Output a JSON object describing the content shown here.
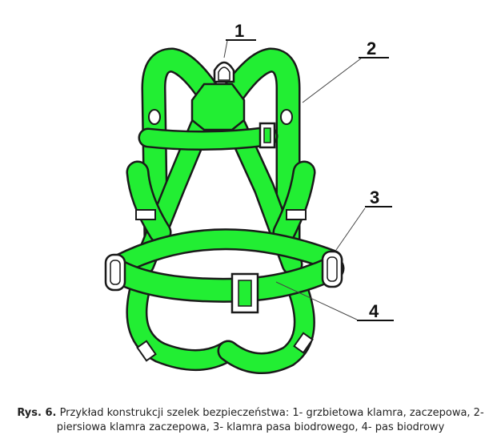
{
  "figure": {
    "strap_color": "#22ee33",
    "outline_color": "#1a1a1a",
    "labels": [
      "1",
      "2",
      "3",
      "4"
    ]
  },
  "caption": {
    "prefix": "Rys. 6.",
    "text": " Przykład konstrukcji szelek bezpieczeństwa: 1- grzbietowa klamra, zaczepowa, 2- piersiowa klamra zaczepowa, 3- klamra pasa biodrowego, 4- pas biodrowy"
  }
}
